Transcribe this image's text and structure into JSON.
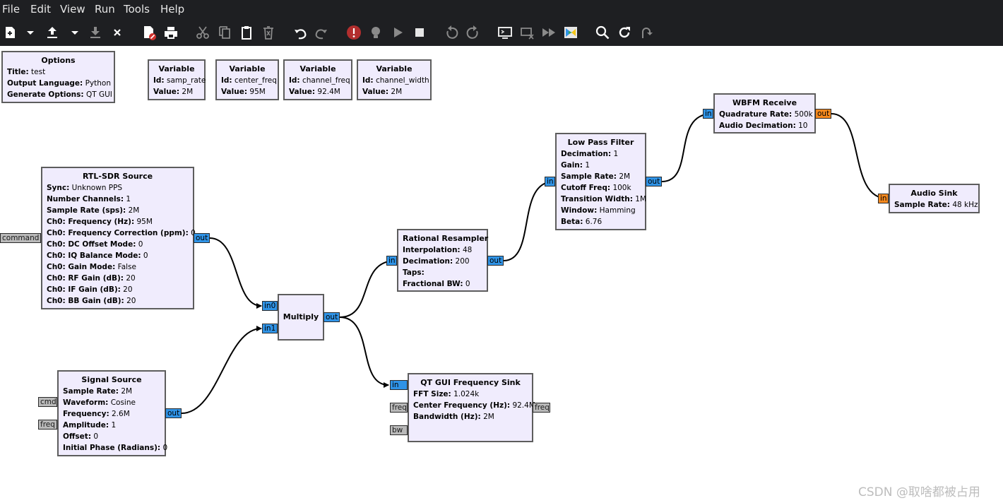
{
  "menu": [
    "File",
    "Edit",
    "View",
    "Run",
    "Tools",
    "Help"
  ],
  "toolbar": {
    "icons": [
      "new-document-icon",
      "dropdown-icon",
      "upload-icon",
      "dropdown-icon",
      "download-icon",
      "close-icon",
      "close-document-icon",
      "print-icon",
      "cut-icon",
      "copy-icon",
      "paste-icon",
      "delete-icon",
      "undo-icon",
      "redo-icon",
      "error-icon",
      "hint-icon",
      "play-icon",
      "stop-icon",
      "rotate-ccw-icon",
      "rotate-cw-icon",
      "terminal-icon",
      "screenshot-icon",
      "fast-forward-icon",
      "flowgraph-icon",
      "search-icon",
      "reload-icon",
      "find-block-icon"
    ],
    "colors": {
      "bg": "#1e1f22",
      "error": "#b22e2e"
    }
  },
  "blocks": {
    "options": {
      "title": "Options",
      "params": [
        {
          "k": "Title:",
          "v": "test"
        },
        {
          "k": "Output Language:",
          "v": "Python"
        },
        {
          "k": "Generate Options:",
          "v": "QT GUI"
        }
      ]
    },
    "var1": {
      "title": "Variable",
      "params": [
        {
          "k": "Id:",
          "v": "samp_rate"
        },
        {
          "k": "Value:",
          "v": "2M"
        }
      ]
    },
    "var2": {
      "title": "Variable",
      "params": [
        {
          "k": "Id:",
          "v": "center_freq"
        },
        {
          "k": "Value:",
          "v": "95M"
        }
      ]
    },
    "var3": {
      "title": "Variable",
      "params": [
        {
          "k": "Id:",
          "v": "channel_freq"
        },
        {
          "k": "Value:",
          "v": "92.4M"
        }
      ]
    },
    "var4": {
      "title": "Variable",
      "params": [
        {
          "k": "Id:",
          "v": "channel_width"
        },
        {
          "k": "Value:",
          "v": "2M"
        }
      ]
    },
    "rtl": {
      "title": "RTL-SDR Source",
      "params": [
        {
          "k": "Sync:",
          "v": "Unknown PPS"
        },
        {
          "k": "Number Channels:",
          "v": "1"
        },
        {
          "k": "Sample Rate (sps):",
          "v": "2M"
        },
        {
          "k": "Ch0: Frequency (Hz):",
          "v": "95M"
        },
        {
          "k": "Ch0: Frequency Correction (ppm):",
          "v": "0"
        },
        {
          "k": "Ch0: DC Offset Mode:",
          "v": "0"
        },
        {
          "k": "Ch0: IQ Balance Mode:",
          "v": "0"
        },
        {
          "k": "Ch0: Gain Mode:",
          "v": "False"
        },
        {
          "k": "Ch0: RF Gain (dB):",
          "v": "20"
        },
        {
          "k": "Ch0: IF Gain (dB):",
          "v": "20"
        },
        {
          "k": "Ch0: BB Gain (dB):",
          "v": "20"
        }
      ],
      "ports": {
        "command": "command",
        "out": "out"
      }
    },
    "sig": {
      "title": "Signal Source",
      "params": [
        {
          "k": "Sample Rate:",
          "v": "2M"
        },
        {
          "k": "Waveform:",
          "v": "Cosine"
        },
        {
          "k": "Frequency:",
          "v": "2.6M"
        },
        {
          "k": "Amplitude:",
          "v": "1"
        },
        {
          "k": "Offset:",
          "v": "0"
        },
        {
          "k": "Initial Phase (Radians):",
          "v": "0"
        }
      ],
      "ports": {
        "cmd": "cmd",
        "freq": "freq",
        "out": "out"
      }
    },
    "mult": {
      "title": "Multiply",
      "ports": {
        "in0": "in0",
        "in1": "in1",
        "out": "out"
      }
    },
    "rr": {
      "title": "Rational Resampler",
      "params": [
        {
          "k": "Interpolation:",
          "v": "48"
        },
        {
          "k": "Decimation:",
          "v": "200"
        },
        {
          "k": "Taps:",
          "v": ""
        },
        {
          "k": "Fractional BW:",
          "v": "0"
        }
      ],
      "ports": {
        "in": "in",
        "out": "out"
      }
    },
    "qt": {
      "title": "QT GUI Frequency Sink",
      "params": [
        {
          "k": "FFT Size:",
          "v": "1.024k"
        },
        {
          "k": "Center Frequency (Hz):",
          "v": "92.4M"
        },
        {
          "k": "Bandwidth (Hz):",
          "v": "2M"
        }
      ],
      "ports": {
        "in": "in",
        "freq_in": "freq",
        "bw": "bw",
        "freq_out": "freq"
      }
    },
    "lpf": {
      "title": "Low Pass Filter",
      "params": [
        {
          "k": "Decimation:",
          "v": "1"
        },
        {
          "k": "Gain:",
          "v": "1"
        },
        {
          "k": "Sample Rate:",
          "v": "2M"
        },
        {
          "k": "Cutoff Freq:",
          "v": "100k"
        },
        {
          "k": "Transition Width:",
          "v": "1M"
        },
        {
          "k": "Window:",
          "v": "Hamming"
        },
        {
          "k": "Beta:",
          "v": "6.76"
        }
      ],
      "ports": {
        "in": "in",
        "out": "out"
      }
    },
    "wbfm": {
      "title": "WBFM Receive",
      "params": [
        {
          "k": "Quadrature Rate:",
          "v": "500k"
        },
        {
          "k": "Audio Decimation:",
          "v": "10"
        }
      ],
      "ports": {
        "in": "in",
        "out": "out"
      }
    },
    "audio": {
      "title": "Audio Sink",
      "params": [
        {
          "k": "Sample Rate:",
          "v": "48 kHz"
        }
      ],
      "ports": {
        "in": "in"
      }
    }
  },
  "colors": {
    "block_bg": "#f0ecfd",
    "complex_port": "#2f93e6",
    "float_port": "#f5891e",
    "message_port": "#b9b9b9"
  },
  "watermark": "CSDN @取啥都被占用"
}
